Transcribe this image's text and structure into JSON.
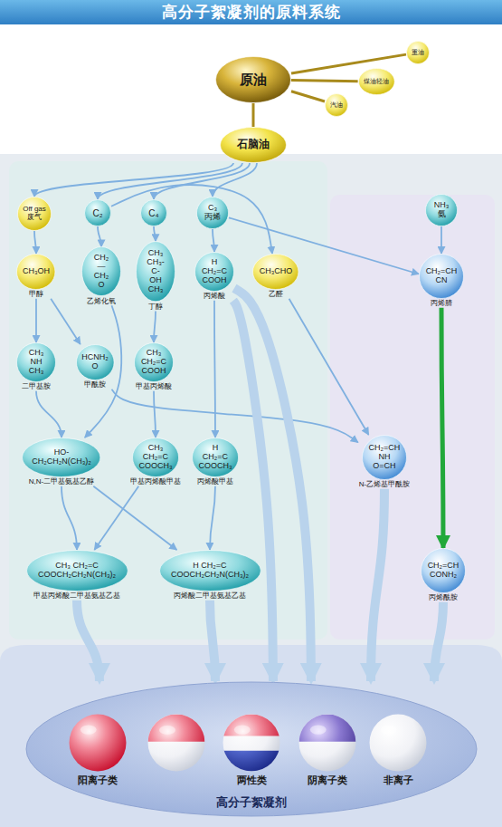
{
  "diagram": {
    "title": "高分子絮凝剂的原料系统",
    "nodes": [
      {
        "text": [
          "原油"
        ]
      },
      {
        "text": [
          "重油"
        ]
      },
      {
        "text": [
          "煤油轻油"
        ]
      },
      {
        "text": [
          "汽油"
        ]
      },
      {
        "text": [
          "石脑油"
        ]
      },
      {
        "text": [
          "Off gas",
          "废气"
        ]
      },
      {
        "text": [
          "C₂"
        ]
      },
      {
        "text": [
          "C₄"
        ]
      },
      {
        "text": [
          "C₃",
          "丙烯"
        ]
      },
      {
        "text": [
          "NH₃",
          "氨"
        ]
      },
      {
        "text": [
          "CH₃OH",
          "甲醇"
        ]
      },
      {
        "text": [
          "CH₂—CH₂ O",
          "乙烯化氧"
        ]
      },
      {
        "text": [
          "CH₃ CH₃-C-OH CH₃",
          "丁醇"
        ]
      },
      {
        "text": [
          "H CH₂=C COOH",
          "丙烯酸"
        ]
      },
      {
        "text": [
          "CH₃CHO",
          "乙醛"
        ]
      },
      {
        "text": [
          "CH₂=CH CN",
          "丙烯腈"
        ]
      },
      {
        "text": [
          "CH₃ NH CH₃",
          "二甲基胺"
        ]
      },
      {
        "text": [
          "HCNH₂ O",
          "甲酰胺"
        ]
      },
      {
        "text": [
          "CH₃ CH₂=C COOH",
          "甲基丙烯酸"
        ]
      },
      {
        "text": [
          "HO-CH₂CH₂N(CH₃)₂",
          "N,N-二甲基氨基乙醇"
        ]
      },
      {
        "text": [
          "CH₃ CH₂=C COOCH₃",
          "甲基丙烯酸甲基"
        ]
      },
      {
        "text": [
          "H CH₂=C COOCH₃",
          "丙烯酸甲基"
        ]
      },
      {
        "text": [
          "CH₂=CH NH O=CH",
          "N-乙烯基甲酰胺"
        ]
      },
      {
        "text": [
          "CH₂=CH CONH₂",
          "丙烯酰胺"
        ]
      },
      {
        "text": [
          "CH₃ CH₂=C COOCH₂CH₂N(CH₃)₂",
          "甲基丙烯酸二甲基氨基乙基"
        ]
      },
      {
        "text": [
          "H CH₂=C COOCH₂CH₂N(CH₃)₂",
          "丙烯酸二甲基氨基乙基"
        ]
      },
      {
        "text": [
          "高分子絮凝剂"
        ]
      },
      {
        "text": [
          "阳离子类"
        ],
        "in": 26
      },
      {
        "text": [
          "两性类"
        ],
        "in": 26
      },
      {
        "text": [
          "阴离子类"
        ],
        "in": 26
      },
      {
        "text": [
          "非离子"
        ],
        "in": 26
      }
    ],
    "edges": [
      {
        "from": 0,
        "to": 1,
        "arrow": "none"
      },
      {
        "from": 0,
        "to": 2,
        "arrow": "none"
      },
      {
        "from": 0,
        "to": 3,
        "arrow": "none"
      },
      {
        "from": 0,
        "to": 4,
        "arrow": "none"
      },
      {
        "from": 4,
        "to": 5,
        "arrow": "to"
      },
      {
        "from": 4,
        "to": 6,
        "arrow": "to"
      },
      {
        "from": 4,
        "to": 7,
        "arrow": "to"
      },
      {
        "from": 4,
        "to": 8,
        "arrow": "to"
      },
      {
        "from": 5,
        "to": 10,
        "arrow": "to"
      },
      {
        "from": 6,
        "to": 11,
        "arrow": "to"
      },
      {
        "from": 6,
        "to": 14,
        "arrow": "to"
      },
      {
        "from": 7,
        "to": 12,
        "arrow": "to"
      },
      {
        "from": 8,
        "to": 13,
        "arrow": "to"
      },
      {
        "from": 8,
        "to": 15,
        "arrow": "to"
      },
      {
        "from": 9,
        "to": 15,
        "arrow": "to"
      },
      {
        "from": 10,
        "to": 16,
        "arrow": "to"
      },
      {
        "from": 10,
        "to": 17,
        "arrow": "to"
      },
      {
        "from": 16,
        "to": 19,
        "arrow": "to"
      },
      {
        "from": 11,
        "to": 19,
        "arrow": "to"
      },
      {
        "from": 12,
        "to": 18,
        "arrow": "to"
      },
      {
        "from": 18,
        "to": 20,
        "arrow": "to"
      },
      {
        "from": 13,
        "to": 21,
        "arrow": "to"
      },
      {
        "from": 17,
        "to": 22,
        "arrow": "to"
      },
      {
        "from": 14,
        "to": 22,
        "arrow": "to"
      },
      {
        "from": 19,
        "to": 24,
        "arrow": "to"
      },
      {
        "from": 20,
        "to": 24,
        "arrow": "to"
      },
      {
        "from": 19,
        "to": 25,
        "arrow": "to"
      },
      {
        "from": 21,
        "to": 25,
        "arrow": "to"
      },
      {
        "from": 15,
        "to": 23,
        "arrow": "to"
      },
      {
        "from": 24,
        "to": 26,
        "arrow": "to"
      },
      {
        "from": 25,
        "to": 26,
        "arrow": "to"
      },
      {
        "from": 13,
        "to": 26,
        "arrow": "to"
      },
      {
        "from": 13,
        "to": 26,
        "arrow": "to"
      },
      {
        "from": 22,
        "to": 26,
        "arrow": "to"
      },
      {
        "from": 23,
        "to": 26,
        "arrow": "to"
      }
    ]
  }
}
